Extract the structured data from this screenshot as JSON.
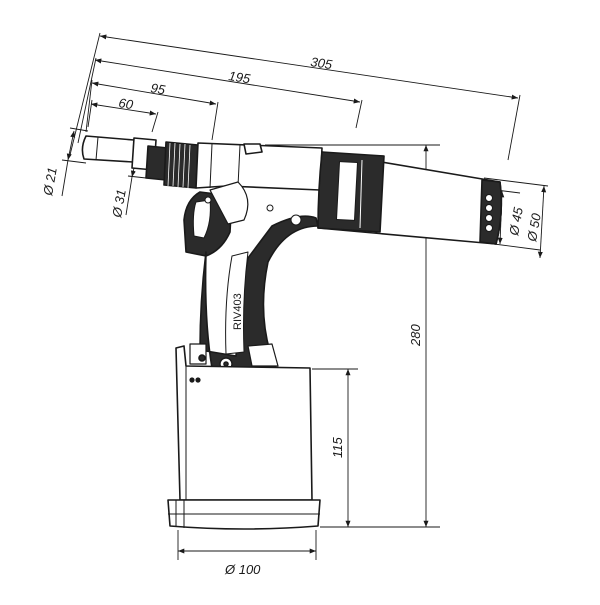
{
  "dimensions": {
    "overall_length": "305",
    "body_length": "195",
    "head_length": "95",
    "nose_length": "60",
    "nose_diameter": "Ø 21",
    "collar_diameter": "Ø 31",
    "rear_inner_diameter": "Ø 45",
    "rear_outer_diameter": "Ø 50",
    "total_height": "280",
    "base_height": "115",
    "base_diameter": "Ø 100"
  },
  "tool": {
    "model_label": "RIV403"
  },
  "colors": {
    "line": "#1a1a1a",
    "body_dark": "#2b2b2b",
    "body_light": "#ffffff"
  }
}
